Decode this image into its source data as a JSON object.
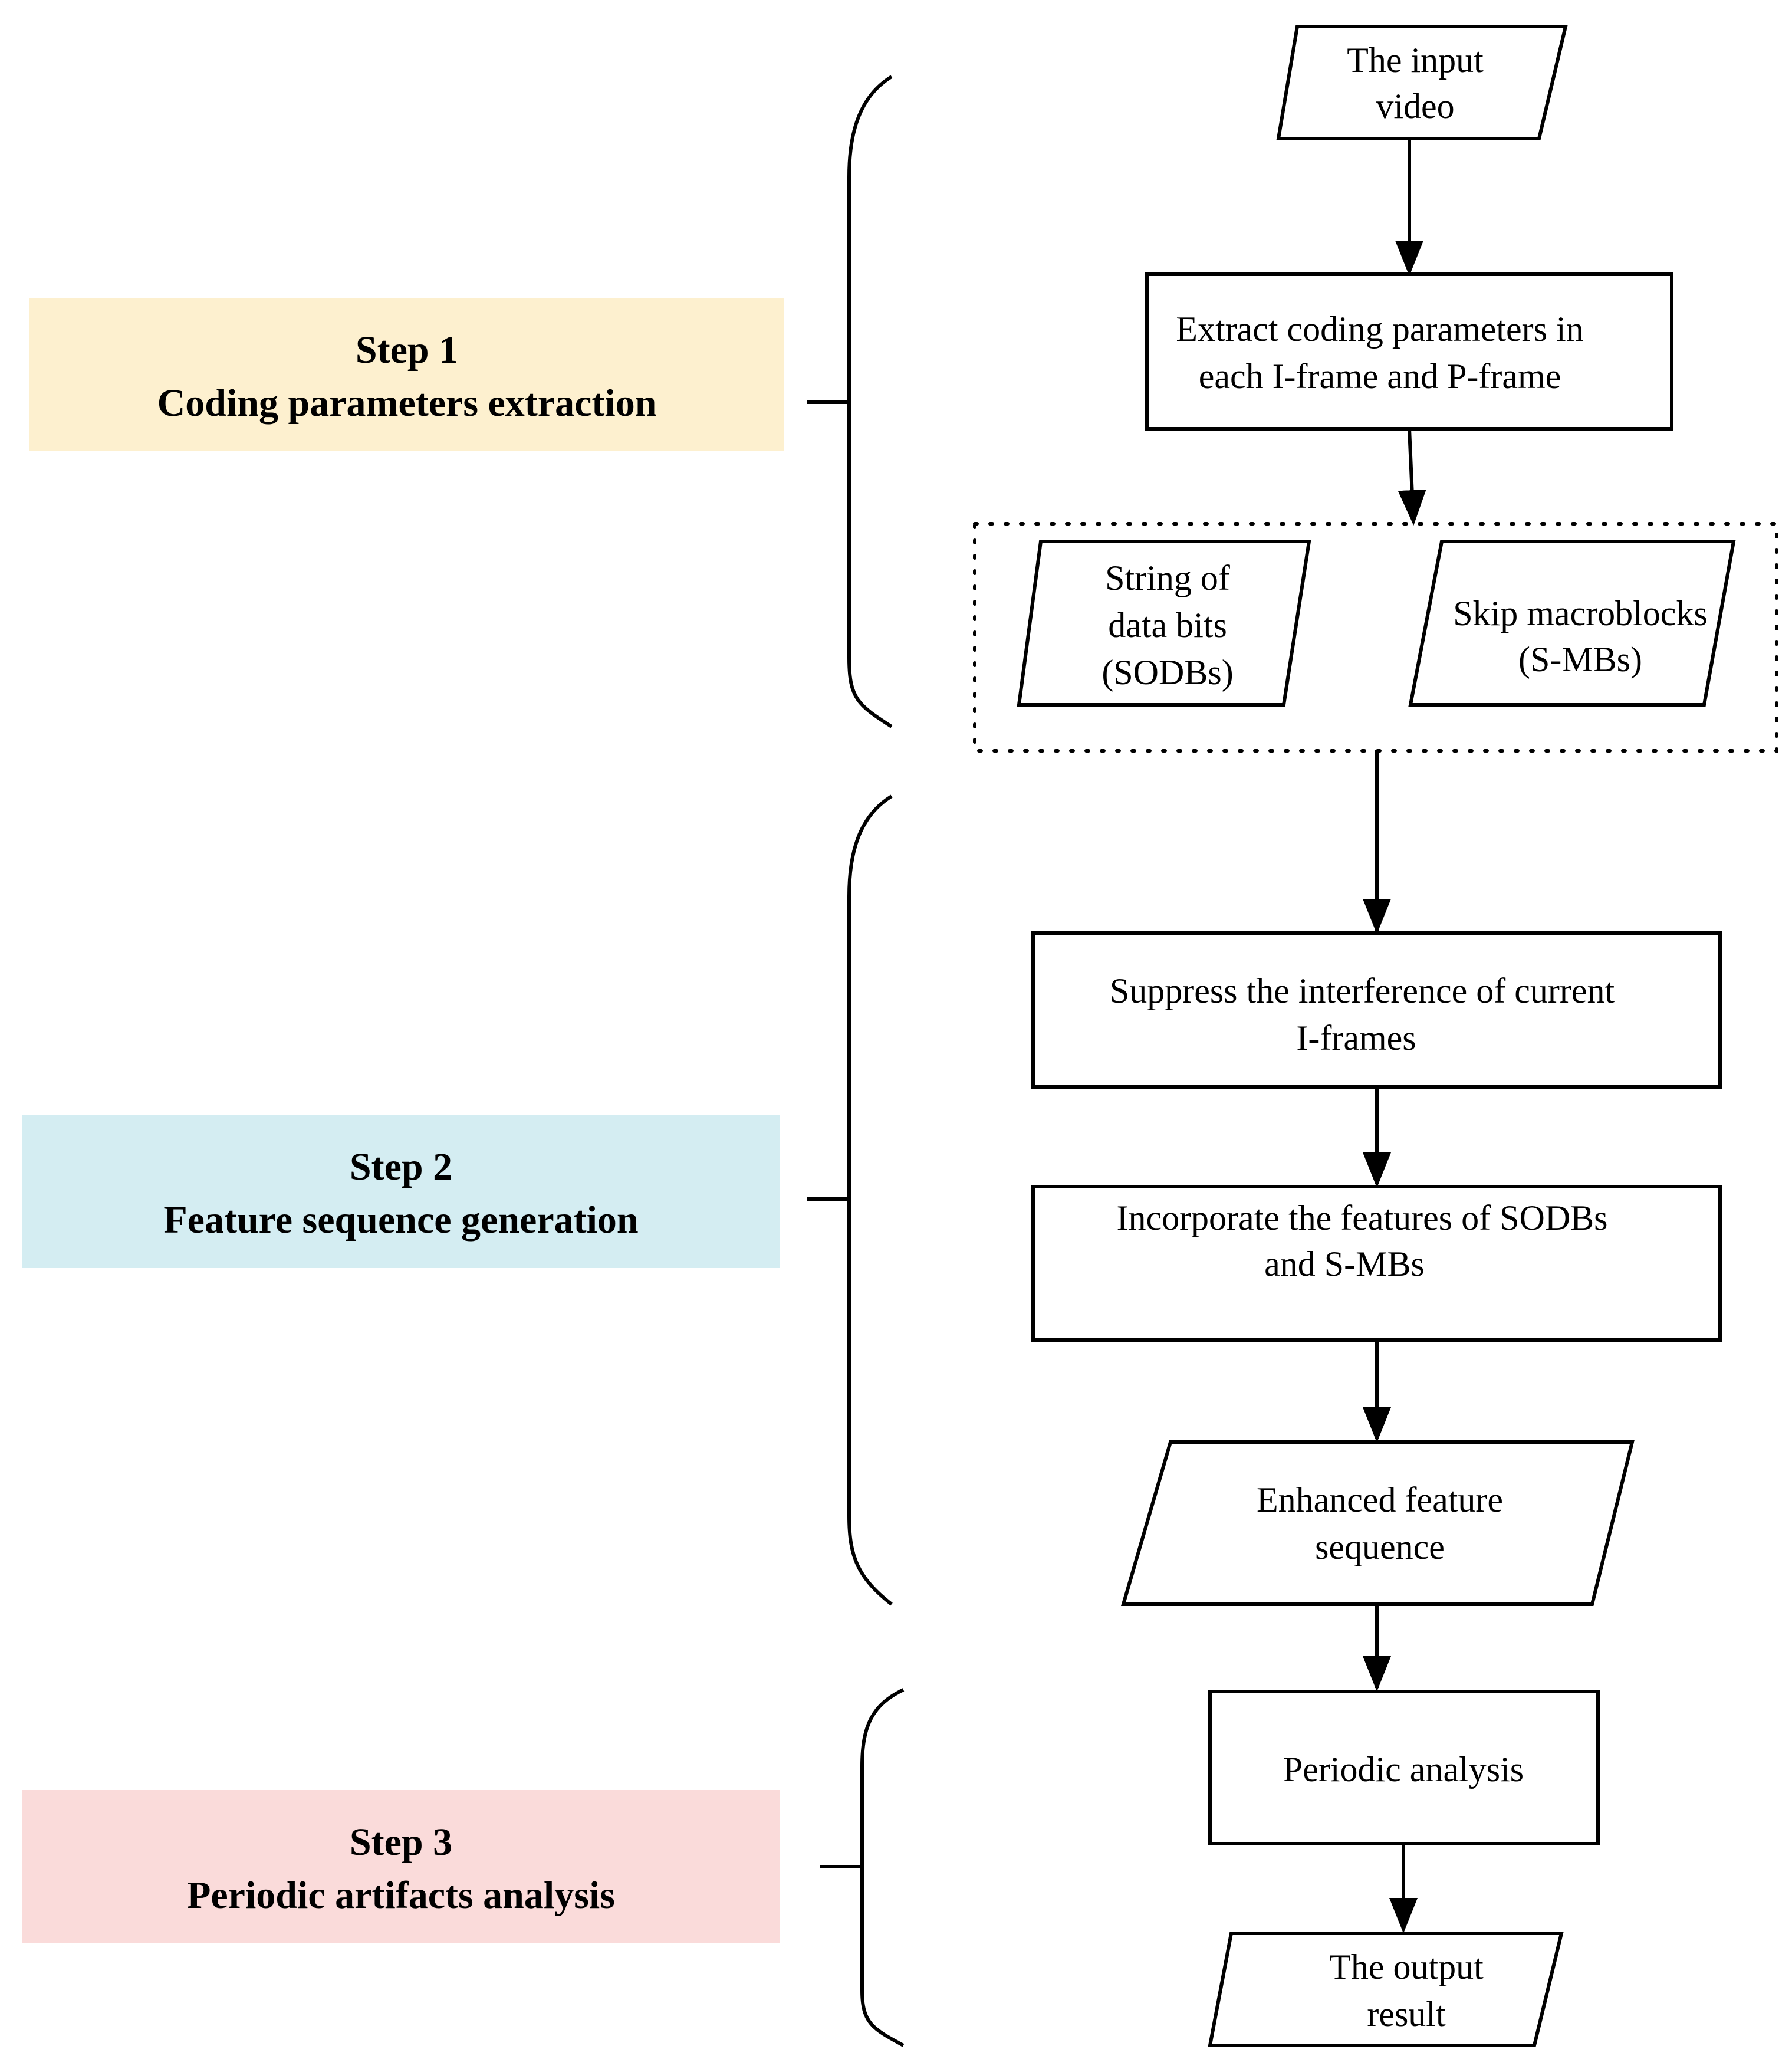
{
  "steps": [
    {
      "id": "step1",
      "line1": "Step 1",
      "line2": "Coding parameters extraction",
      "color": "#fdf0cf"
    },
    {
      "id": "step2",
      "line1": "Step 2",
      "line2": "Feature sequence generation",
      "color": "#d4edf2"
    },
    {
      "id": "step3",
      "line1": "Step 3",
      "line2": "Periodic artifacts  analysis",
      "color": "#fadbda"
    }
  ],
  "nodes": {
    "input_video": [
      "The input",
      "video"
    ],
    "extract_params": [
      "Extract coding parameters in",
      "each I-frame and P-frame"
    ],
    "sodbs": [
      "String of",
      "data bits",
      "(SODBs)"
    ],
    "smbs": [
      "Skip macroblocks",
      "(S-MBs)"
    ],
    "suppress": [
      "Suppress the interference of current",
      "I-frames"
    ],
    "incorporate": [
      "Incorporate the features of SODBs",
      "and S-MBs"
    ],
    "enhanced": [
      "Enhanced feature",
      "sequence"
    ],
    "periodic": [
      "Periodic analysis"
    ],
    "output": [
      "The output",
      "result"
    ]
  }
}
